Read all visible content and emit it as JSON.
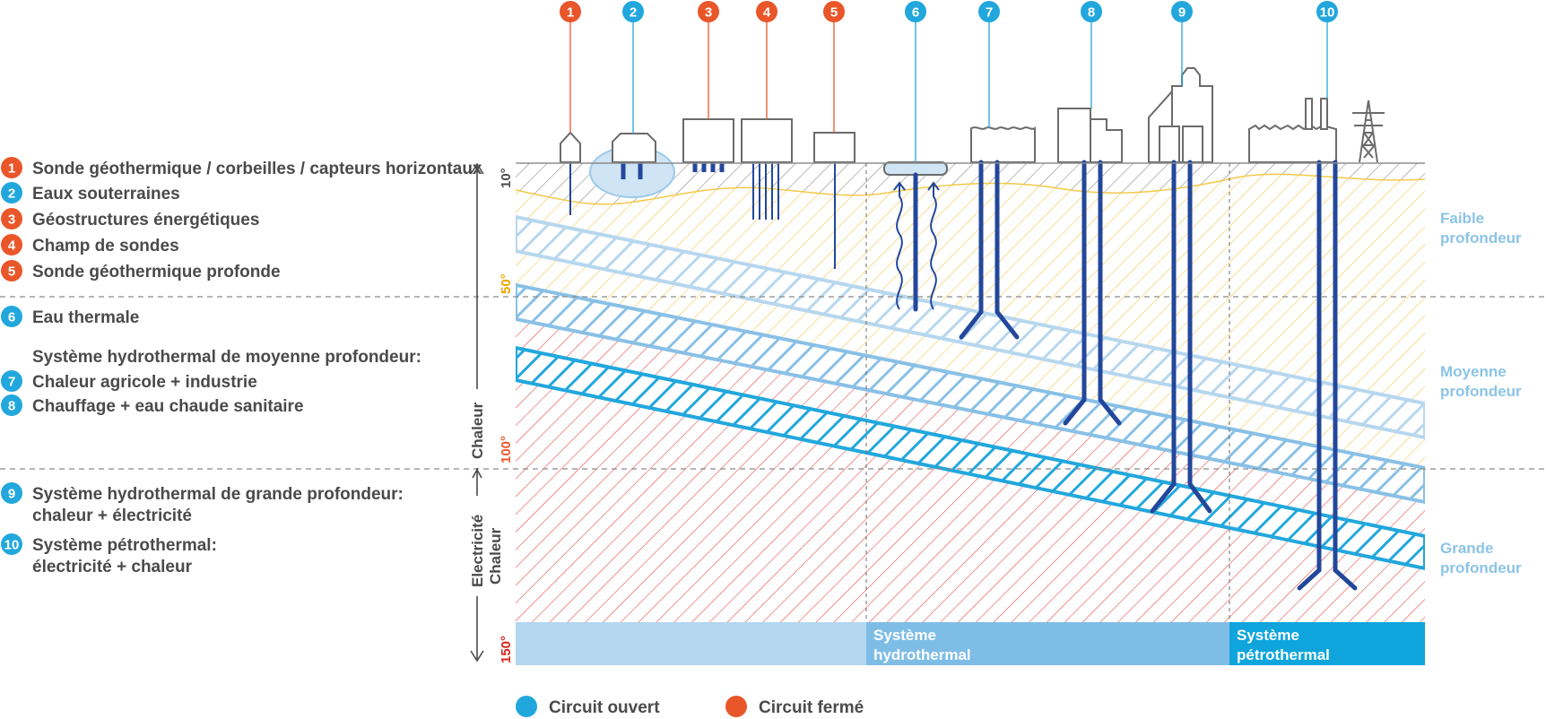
{
  "colors": {
    "open": "#22a7dd",
    "closed": "#e9562a",
    "pipe": "#23479b",
    "aquifer_light": "#b7d7ee",
    "aquifer_mid": "#89c0e6",
    "aquifer_dark": "#22a7dd",
    "hatch_top": "#8d8d8d",
    "hatch_yellow": "#f2c94c",
    "hatch_red": "#e94b4b",
    "zone_label": "#8cc4e6"
  },
  "legend": [
    {
      "num": "1",
      "type": "closed",
      "text": "Sonde géothermique / corbeilles / capteurs horizontaux"
    },
    {
      "num": "2",
      "type": "open",
      "text": "Eaux souterraines"
    },
    {
      "num": "3",
      "type": "closed",
      "text": "Géostructures énergétiques"
    },
    {
      "num": "4",
      "type": "closed",
      "text": "Champ de sondes"
    },
    {
      "num": "5",
      "type": "closed",
      "text": "Sonde géothermique profonde"
    },
    {
      "num": "6",
      "type": "open",
      "text": "Eau thermale"
    },
    {
      "num": "",
      "type": "none",
      "text": "Système hydrothermal de moyenne profondeur:"
    },
    {
      "num": "7",
      "type": "open",
      "text": "Chaleur agricole + industrie"
    },
    {
      "num": "8",
      "type": "open",
      "text": "Chauffage + eau chaude sanitaire"
    },
    {
      "num": "9",
      "type": "open",
      "text": "Système hydrothermal de grande profondeur:"
    },
    {
      "num": "",
      "type": "none",
      "text": "chaleur + électricité"
    },
    {
      "num": "10",
      "type": "open",
      "text": "Système pétrothermal:"
    },
    {
      "num": "",
      "type": "none",
      "text": "électricité + chaleur"
    }
  ],
  "top_markers": [
    {
      "num": "1",
      "type": "closed"
    },
    {
      "num": "2",
      "type": "open"
    },
    {
      "num": "3",
      "type": "closed"
    },
    {
      "num": "4",
      "type": "closed"
    },
    {
      "num": "5",
      "type": "closed"
    },
    {
      "num": "6",
      "type": "open"
    },
    {
      "num": "7",
      "type": "open"
    },
    {
      "num": "8",
      "type": "open"
    },
    {
      "num": "9",
      "type": "open"
    },
    {
      "num": "10",
      "type": "open"
    }
  ],
  "depth_zones": [
    {
      "line1": "Faible",
      "line2": "profondeur"
    },
    {
      "line1": "Moyenne",
      "line2": "profondeur"
    },
    {
      "line1": "Grande",
      "line2": "profondeur"
    }
  ],
  "temperatures": [
    {
      "label": "10°",
      "color": "#4a4a4a"
    },
    {
      "label": "50°",
      "color": "#f0a500"
    },
    {
      "label": "100°",
      "color": "#e9562a"
    },
    {
      "label": "150°",
      "color": "#d9251c"
    }
  ],
  "axis_labels": {
    "heat": "Chaleur",
    "electricity": "Electricité",
    "heat2": "Chaleur"
  },
  "systems": [
    {
      "line1": "",
      "line2": ""
    },
    {
      "line1": "Système",
      "line2": "hydrothermal"
    },
    {
      "line1": "Système",
      "line2": "pétrothermal"
    }
  ],
  "circuit_legend": [
    {
      "type": "open",
      "label": "Circuit ouvert"
    },
    {
      "type": "closed",
      "label": "Circuit fermé"
    }
  ]
}
